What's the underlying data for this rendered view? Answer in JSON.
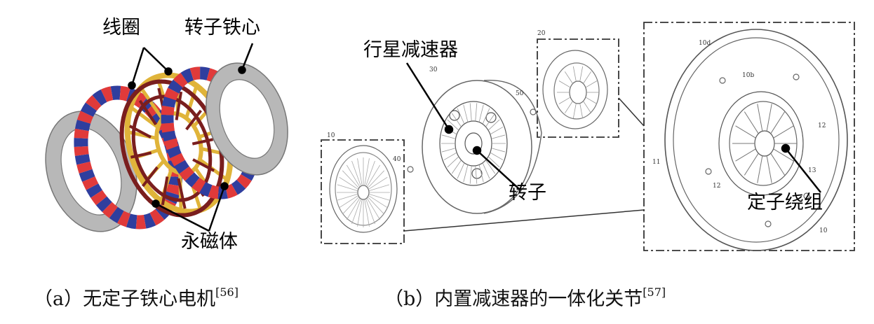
{
  "panel_a": {
    "labels": {
      "coil": "线圈",
      "rotor_core": "转子铁心",
      "permanent_magnet": "永磁体"
    },
    "caption": {
      "prefix": "（a）无定子铁心电机",
      "ref": "[56]"
    },
    "colors": {
      "magnet_red": "#e03a3a",
      "magnet_blue": "#2f3e9e",
      "coil": "#7a1e1e",
      "coil_frame": "#e0b43a",
      "core": "#b8b8b8"
    }
  },
  "panel_b": {
    "labels": {
      "planetary_reducer": "行星减速器",
      "rotor": "转子",
      "stator_winding": "定子绕组"
    },
    "part_numbers": {
      "n30": "30",
      "n20": "20",
      "n50": "50",
      "n10": "10",
      "n40": "40",
      "n10d": "10d",
      "n10b": "10b",
      "n11": "11",
      "n12a": "12",
      "n12b": "12",
      "n13": "13",
      "n10c": "10"
    },
    "caption": {
      "prefix": "（b）内置减速器的一体化关节",
      "ref": "[57]"
    }
  }
}
